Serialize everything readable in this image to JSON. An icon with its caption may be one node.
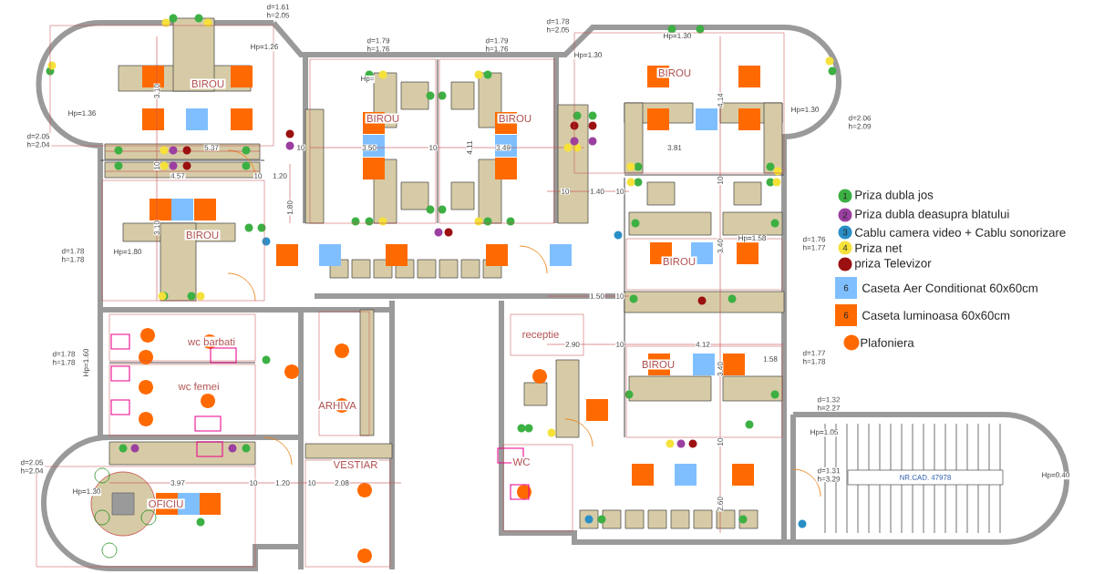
{
  "diagram": {
    "nodes": [
      {
        "text": [
          "BIROU"
        ]
      },
      {
        "text": [
          "BIROU"
        ]
      },
      {
        "text": [
          "BIROU"
        ]
      },
      {
        "text": [
          "BIROU"
        ]
      },
      {
        "text": [
          "BIROU"
        ]
      },
      {
        "text": [
          "BIROU"
        ]
      },
      {
        "text": [
          "BIROU"
        ]
      },
      {
        "text": [
          "wc barbati"
        ]
      },
      {
        "text": [
          "wc femei"
        ]
      },
      {
        "text": [
          "ARHIVA"
        ]
      },
      {
        "text": [
          "VESTIAR"
        ]
      },
      {
        "text": [
          "OFICIU"
        ]
      },
      {
        "text": [
          "receptie"
        ]
      },
      {
        "text": [
          "WC"
        ]
      },
      {
        "text": [
          "NR.CAD. 47978"
        ]
      }
    ],
    "labels": [
      "d=1.61 h=2.05",
      "d=1.78 h=2.05",
      "Hp=1.30",
      "Hp=1.26",
      "d=1.79 h=1.76",
      "d=1.79 h=1.76",
      "Hp=1.30",
      "Hp=",
      "3.10",
      "4.14",
      "Hp=1.36",
      "Hp=1.30",
      "d=2.06 h=2.09",
      "d=2.05 h=2.04",
      "5.37",
      "10",
      "3.50",
      "10",
      "4.11",
      "3.49",
      "3.81",
      "10",
      "4.57",
      "10",
      "1.20",
      "10",
      "10",
      "1.40",
      "10",
      "1",
      "1.80",
      "2",
      "3.10",
      "3",
      "d=1.78 h=1.78",
      "Hp=1.80",
      "3.40",
      "Hp=1.58",
      "d=1.76 h=1.77",
      "4",
      "6",
      "1.50",
      "10",
      "6",
      "2.90",
      "10",
      "4.12",
      "d=1.78 h=1.78",
      "Hp=1.60",
      "3.40",
      "1.58",
      "d=1.77 h=1.78",
      "d=1.32 h=2.27",
      "Hp=1.05",
      "10",
      "d=2.05 h=2.04",
      "d=1.31 h=3.29",
      "Hp=0.40",
      "3.97",
      "10",
      "1.20",
      "10",
      "2.08",
      "Hp=1.30",
      "2.60"
    ],
    "legend": [
      {
        "text": "Priza dubla jos",
        "color": "#3cb043"
      },
      {
        "text": "Priza dubla deasupra blatului",
        "color": "#9b3fa0"
      },
      {
        "text": "Cablu camera video + Cablu sonorizare",
        "color": "#2a8fc7"
      },
      {
        "text": "Priza net",
        "color": "#f5e13a"
      },
      {
        "text": "priza Televizor",
        "color": "#9b1010"
      },
      {
        "text": "Caseta Aer Conditionat 60x60cm",
        "color": "#7fbfff"
      },
      {
        "text": "Caseta luminoasa 60x60cm",
        "color": "#ff6a00"
      },
      {
        "text": "Plafoniera",
        "color": "#ff6a00"
      }
    ]
  }
}
